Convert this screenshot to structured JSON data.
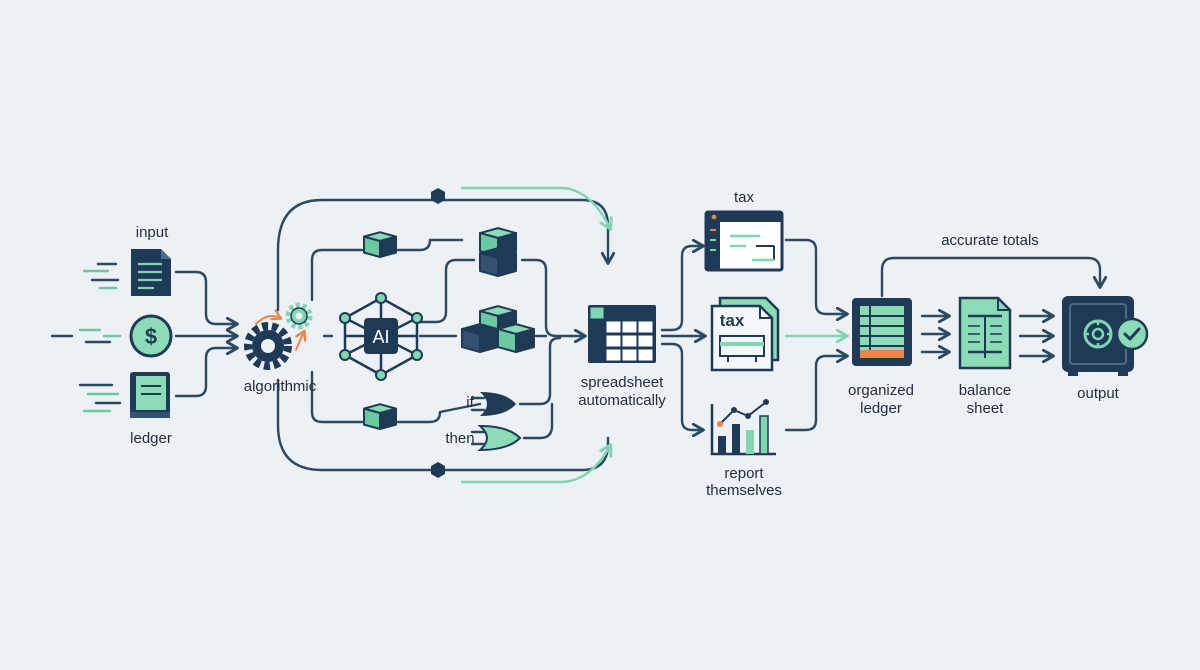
{
  "labels": {
    "input": "input",
    "ledger_in": "ledger",
    "algorithmic": "algorithmic",
    "ai": "AI",
    "if": "if",
    "then": "then",
    "spreadsheet": "spreadsheet",
    "automatically": "automatically",
    "tax_top": "tax",
    "tax_doc": "tax",
    "report": "report",
    "themselves": "themselves",
    "organized": "organized",
    "ledger_out": "ledger",
    "balance": "balance",
    "sheet": "sheet",
    "accurate_totals": "accurate totals",
    "output": "output"
  },
  "icons": {
    "document": "document-icon",
    "dollar": "dollar-coin-icon",
    "book": "ledger-book-icon",
    "gear": "gear-icon",
    "network": "ai-network-icon",
    "cube": "cube-icon",
    "gate": "logic-gate-icon",
    "spreadsheet": "spreadsheet-grid-icon",
    "window": "tax-window-icon",
    "chart": "report-bar-chart-icon",
    "safe": "safe-icon",
    "check": "check-badge-icon"
  },
  "colors": {
    "navy": "#1f3a57",
    "mint": "#7fd6b0",
    "orange": "#e9874a",
    "background": "#edf0f5"
  }
}
